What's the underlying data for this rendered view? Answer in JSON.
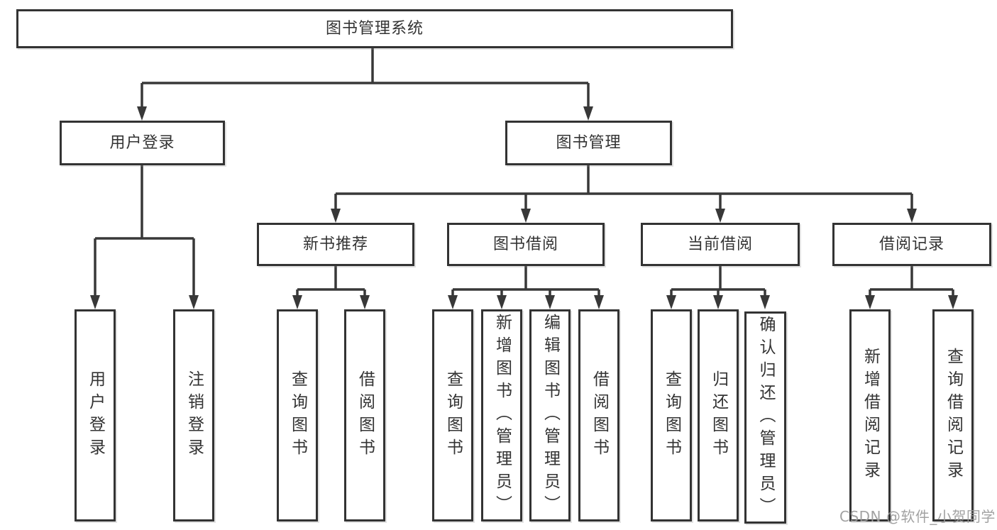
{
  "root": {
    "label": "图书管理系统"
  },
  "branches": {
    "user_login": {
      "label": "用户登录",
      "children": [
        {
          "label": "用户登录"
        },
        {
          "label": "注销登录"
        }
      ]
    },
    "book_management": {
      "label": "图书管理",
      "children": [
        {
          "label": "新书推荐",
          "children": [
            {
              "label": "查询图书"
            },
            {
              "label": "借阅图书"
            }
          ]
        },
        {
          "label": "图书借阅",
          "children": [
            {
              "label": "查询图书"
            },
            {
              "label": "新增图书（管理员）"
            },
            {
              "label": "编辑图书（管理员）"
            },
            {
              "label": "借阅图书"
            }
          ]
        },
        {
          "label": "当前借阅",
          "children": [
            {
              "label": "查询图书"
            },
            {
              "label": "归还图书"
            },
            {
              "label": "确认归还（管理员）"
            }
          ]
        },
        {
          "label": "借阅记录",
          "children": [
            {
              "label": "新增借阅记录"
            },
            {
              "label": "查询借阅记录"
            }
          ]
        }
      ]
    }
  },
  "watermark": {
    "text": "CSDN @软件_小贺同学"
  },
  "colors": {
    "line": "#383838",
    "node_border": "#333333",
    "text": "#333333",
    "watermark": "#9a9a9a",
    "background": "#ffffff"
  }
}
